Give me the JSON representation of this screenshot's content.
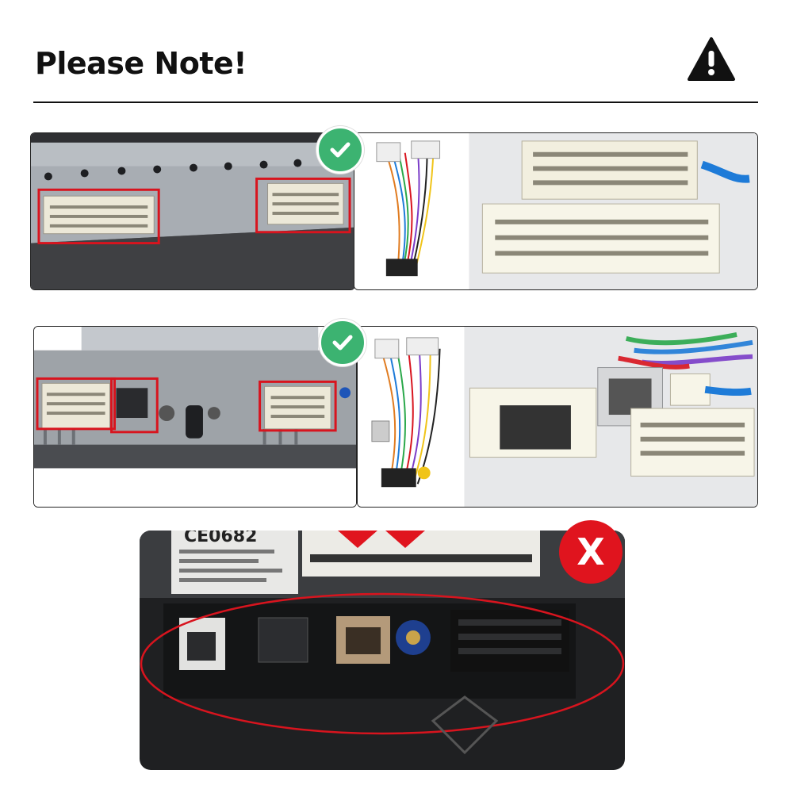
{
  "header": {
    "title": "Please Note!"
  },
  "icons": {
    "warning": "warning-triangle-icon",
    "correct": "checkmark-icon",
    "incorrect": "cross-icon"
  },
  "labels": {
    "incorrect_mark": "X"
  },
  "photo_text": {
    "radio_marking": "CE0682"
  },
  "colors": {
    "correct": "#3cb371",
    "incorrect": "#e0141e",
    "highlight": "#d8141e"
  }
}
